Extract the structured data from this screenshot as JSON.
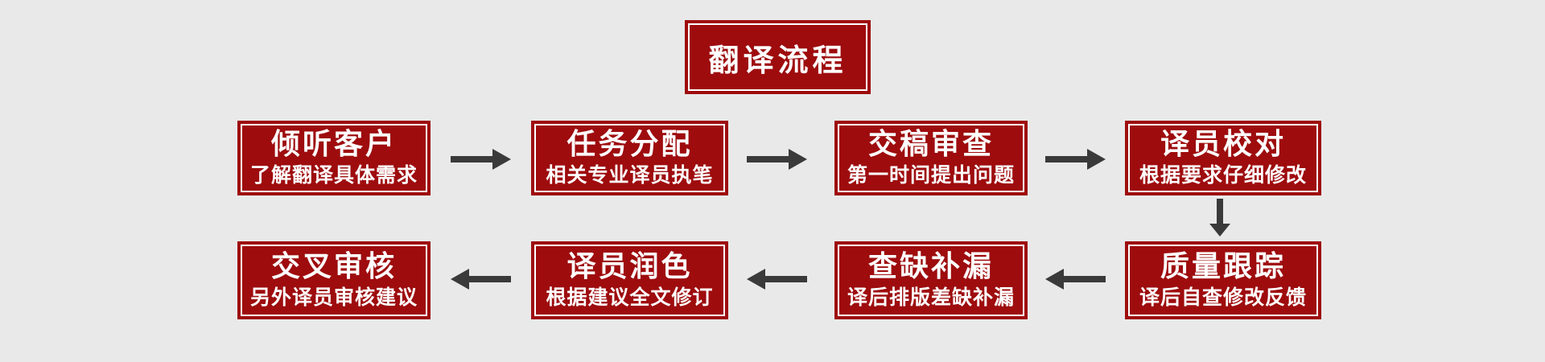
{
  "colors": {
    "box_red": "#9E0C0E",
    "border_white": "#FFFFFF",
    "arrow_gray": "#3A3A3A",
    "background": "#E9E9E9",
    "text_white": "#FFFFFF"
  },
  "title": {
    "label": "翻译流程"
  },
  "flow": {
    "top_row": [
      {
        "title": "倾听客户",
        "subtitle": "了解翻译具体需求"
      },
      {
        "title": "任务分配",
        "subtitle": "相关专业译员执笔"
      },
      {
        "title": "交稿审查",
        "subtitle": "第一时间提出问题"
      },
      {
        "title": "译员校对",
        "subtitle": "根据要求仔细修改"
      }
    ],
    "bottom_row": [
      {
        "title": "交叉审核",
        "subtitle": "另外译员审核建议"
      },
      {
        "title": "译员润色",
        "subtitle": "根据建议全文修订"
      },
      {
        "title": "查缺补漏",
        "subtitle": "译后排版差缺补漏"
      },
      {
        "title": "质量跟踪",
        "subtitle": "译后自查修改反馈"
      }
    ]
  }
}
